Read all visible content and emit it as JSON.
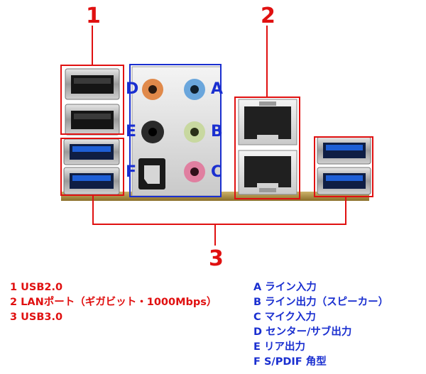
{
  "callouts": {
    "group_1": "1",
    "group_2": "2",
    "group_3": "3"
  },
  "jack_letters": {
    "a": "A",
    "b": "B",
    "c": "C",
    "d": "D",
    "e": "E",
    "f": "F"
  },
  "legend_numbered": [
    "1 USB2.0",
    "2 LANポート（ギガビット・1000Mbps）",
    "3 USB3.0"
  ],
  "legend_lettered": [
    "A ライン入力",
    "B ライン出力（スピーカー）",
    "C マイク入力",
    "D センター/サブ出力",
    "E リア出力",
    "F S/PDIF 角型"
  ],
  "colors": {
    "callout_red": "#e01010",
    "label_blue": "#1a2fd0",
    "usb3_blue": "#1e5fd6",
    "jack_orange": "#e0894a",
    "jack_blue": "#6aa6dc",
    "jack_black": "#2a2a2a",
    "jack_green": "#c8d8a0",
    "jack_pink": "#e07fa0",
    "bracket_gold": "#a88a3a"
  },
  "icons": [
    "usb-port",
    "audio-jack",
    "optical-port",
    "rj45-port"
  ]
}
